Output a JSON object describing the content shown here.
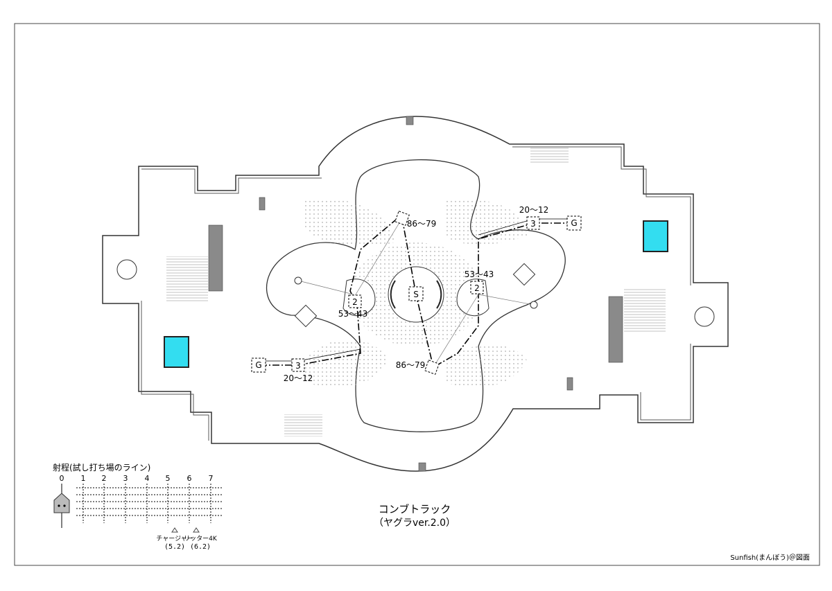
{
  "title": "コンブトラック",
  "subtitle": "（ヤグラver.2.0）",
  "credit": "Sunfish(まんぼう)＠図面",
  "legend": {
    "heading": "射程(試し打ち場のライン)",
    "ticks": [
      "0",
      "1",
      "2",
      "3",
      "4",
      "5",
      "6",
      "7"
    ],
    "markers": [
      {
        "label": "チャージャー",
        "value": "(5.2)",
        "range": 5.2
      },
      {
        "label": "リッター4K",
        "value": "(6.2)",
        "range": 6.2
      }
    ]
  },
  "map": {
    "spawn_label": "S",
    "checkpoints": [
      {
        "label": "2",
        "range_text": "53～43",
        "side": "left"
      },
      {
        "label": "2",
        "range_text": "53～43",
        "side": "right"
      },
      {
        "label": "3",
        "range_text": "20～12",
        "side": "left"
      },
      {
        "label": "3",
        "range_text": "20～12",
        "side": "right"
      }
    ],
    "goals": [
      {
        "label": "G",
        "side": "left"
      },
      {
        "label": "G",
        "side": "right"
      }
    ],
    "tower_start": [
      {
        "range_text": "86～79",
        "side": "top"
      },
      {
        "range_text": "86～79",
        "side": "bottom"
      }
    ],
    "colors": {
      "wall": "#808080",
      "water": "#33ddf0",
      "line": "#000000"
    }
  }
}
